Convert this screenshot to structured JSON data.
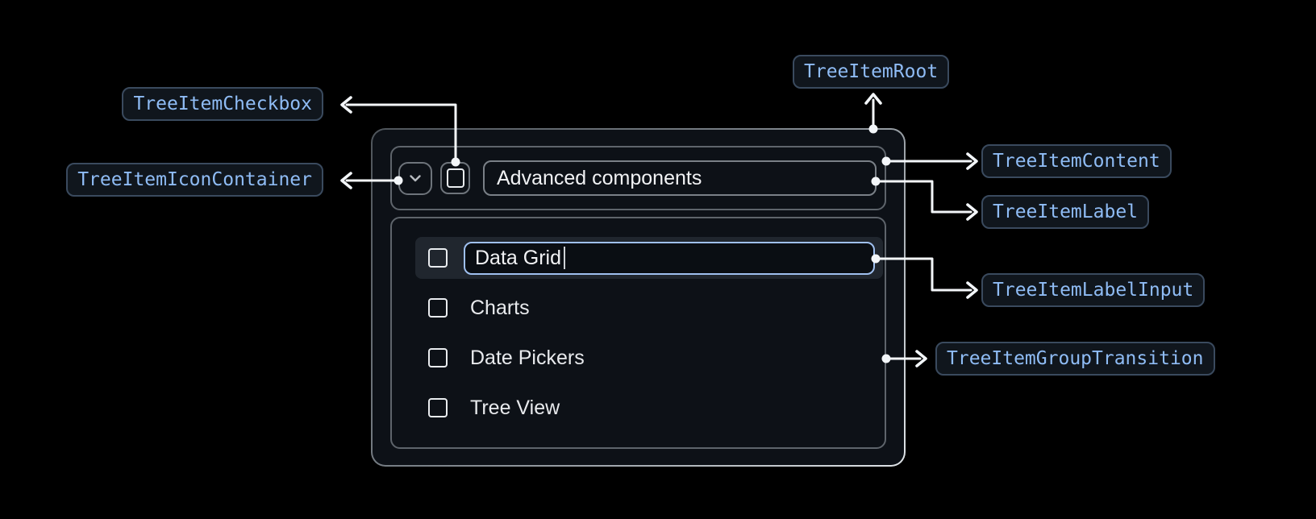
{
  "diagram": {
    "annotations": {
      "checkbox": "TreeItemCheckbox",
      "icon_container": "TreeItemIconContainer",
      "root": "TreeItemRoot",
      "content": "TreeItemContent",
      "label": "TreeItemLabel",
      "label_input": "TreeItemLabelInput",
      "group_transition": "TreeItemGroupTransition"
    }
  },
  "tree": {
    "parent": {
      "label": "Advanced components",
      "expanded": true,
      "checked": false
    },
    "editing_item": {
      "input_value": "Data Grid"
    },
    "children": [
      {
        "label": "Charts"
      },
      {
        "label": "Date Pickers"
      },
      {
        "label": "Tree View"
      }
    ]
  },
  "icons": {
    "expand": "chevron-down-icon",
    "unchecked": "checkbox-unchecked-icon"
  },
  "colors": {
    "background": "#000000",
    "panel_background": "#0d1117",
    "panel_border": "#5e646b",
    "row_highlight": "#20262e",
    "input_focus_border": "#9fc0f0",
    "annotation_text": "#8fbcf5",
    "annotation_border": "#3a4a5e",
    "annotation_background": "#10161d",
    "connector": "#f3f6f9",
    "text_primary": "#f1f2f4"
  }
}
